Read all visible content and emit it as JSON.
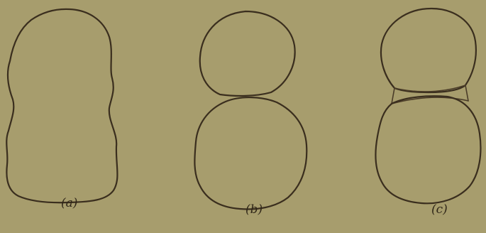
{
  "figure": {
    "panels": [
      {
        "id": "a",
        "label": "(a)"
      },
      {
        "id": "b",
        "label": "(b)"
      },
      {
        "id": "c",
        "label": "(c)"
      }
    ],
    "colors": {
      "background": "#a79d6d",
      "ink": "#3a2e1e"
    }
  }
}
